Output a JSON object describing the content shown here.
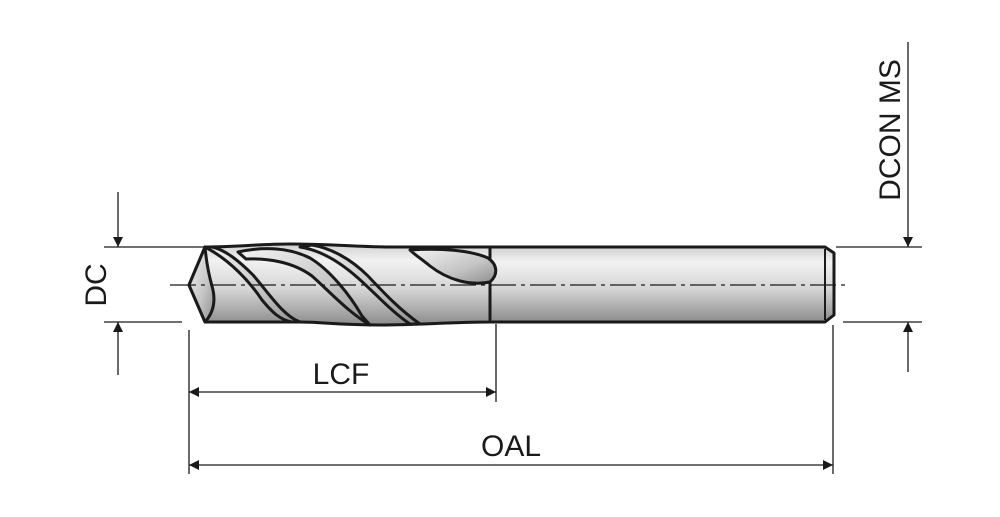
{
  "labels": {
    "dc": "DC",
    "lcf": "LCF",
    "oal": "OAL",
    "dcon_ms": "DCON MS"
  },
  "colors": {
    "line": "#1a1a1a",
    "tool_light": "#f2f2f2",
    "tool_dark": "#8c8c8c"
  }
}
